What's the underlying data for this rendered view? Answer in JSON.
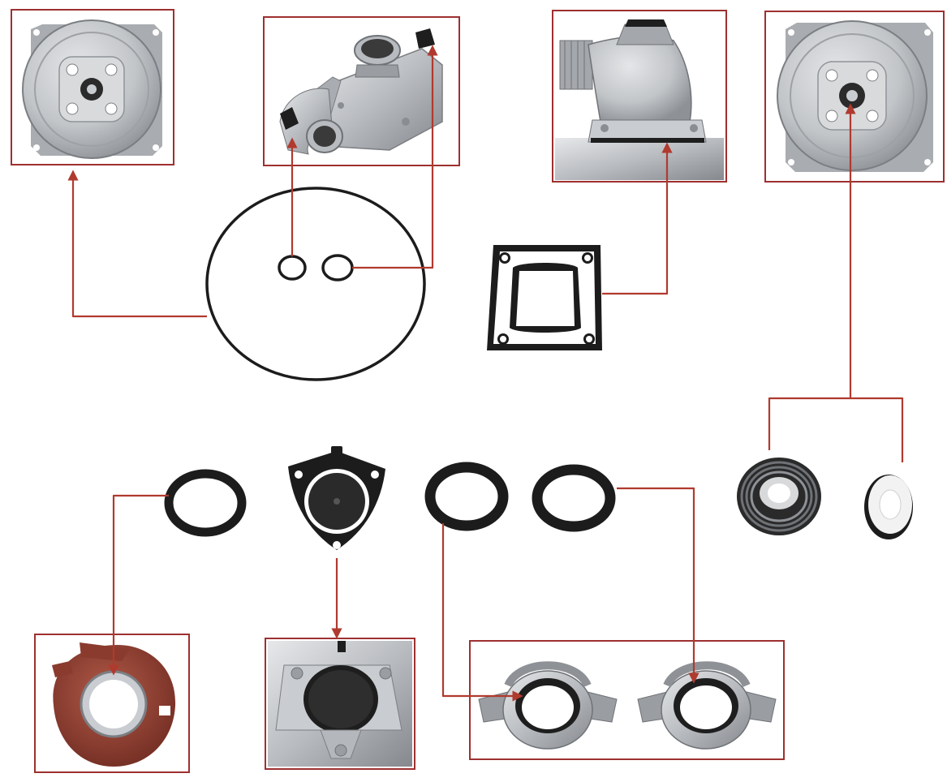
{
  "diagram": {
    "colors": {
      "background": "#ffffff",
      "frame": "#9e3030",
      "leader": "#b03a2e",
      "gasket": "#1c1c1c",
      "aluminum": "#c4c6c8",
      "aluminum_dark": "#8c8f93",
      "impeller": "#8a3b2e",
      "ceramic": "#f2f2f2"
    },
    "parts": [
      {
        "id": "pump-body-backplate",
        "icon": "backplate-flange-icon"
      },
      {
        "id": "pump-body-outlet-assembly",
        "icon": "pump-volute-icon"
      },
      {
        "id": "outlet-elbow-housing",
        "icon": "outlet-elbow-icon"
      },
      {
        "id": "mechanical-seal-plate",
        "icon": "seal-plate-icon"
      },
      {
        "id": "large-o-ring",
        "icon": "o-ring-icon"
      },
      {
        "id": "small-o-ring-left",
        "icon": "o-ring-icon"
      },
      {
        "id": "small-o-ring-right",
        "icon": "o-ring-icon"
      },
      {
        "id": "square-gasket",
        "icon": "square-gasket-icon"
      },
      {
        "id": "seal-o-ring",
        "icon": "o-ring-icon"
      },
      {
        "id": "check-valve-flap",
        "icon": "rubber-flap-icon"
      },
      {
        "id": "port-gasket-left",
        "icon": "flat-washer-icon"
      },
      {
        "id": "port-gasket-right",
        "icon": "flat-washer-icon"
      },
      {
        "id": "mechanical-seal-spring",
        "icon": "spring-seal-icon"
      },
      {
        "id": "mechanical-seal-ceramic",
        "icon": "ceramic-seat-icon"
      },
      {
        "id": "impeller",
        "icon": "impeller-icon"
      },
      {
        "id": "pump-inlet-port",
        "icon": "inlet-port-icon"
      },
      {
        "id": "hose-coupling-nuts",
        "icon": "coupling-nut-icon"
      }
    ]
  }
}
